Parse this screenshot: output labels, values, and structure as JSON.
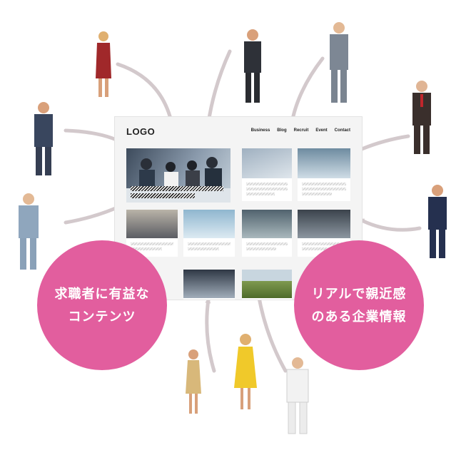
{
  "mockup": {
    "logo": "LOGO",
    "nav": [
      "Business",
      "Blog",
      "Recruit",
      "Event",
      "Contact"
    ]
  },
  "bubbles": {
    "left": {
      "line1": "求職者に有益な",
      "line2": "コンテンツ"
    },
    "right": {
      "line1": "リアルで親近感",
      "line2": "のある企業情報"
    }
  },
  "colors": {
    "bubble": "#e25e9e",
    "arrow": "#d3c9cc",
    "mockup_bg": "#f4f4f4"
  }
}
